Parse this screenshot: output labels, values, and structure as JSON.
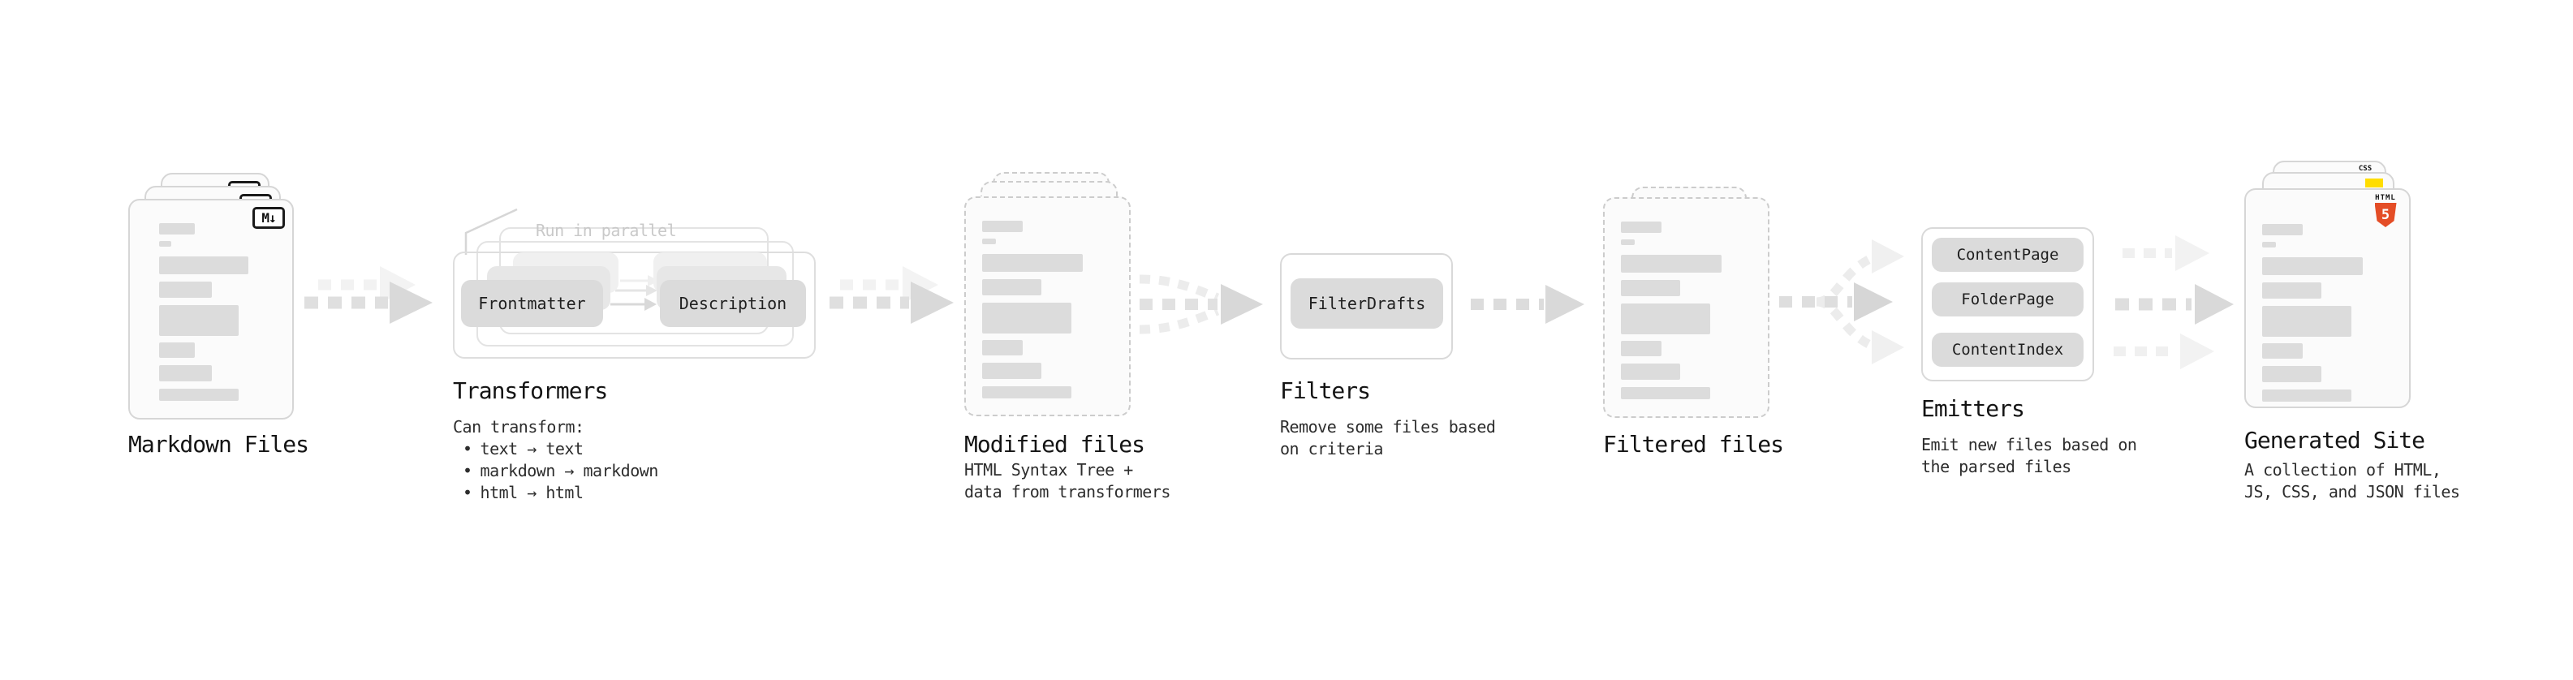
{
  "stages": {
    "markdown": {
      "title": "Markdown Files",
      "icon": "M↓"
    },
    "transformers": {
      "title": "Transformers",
      "annotation": "Run in parallel",
      "caption": "Can transform:",
      "bullet_char": "•",
      "bullets": [
        "text → text",
        "markdown → markdown",
        "html → html"
      ],
      "boxes": {
        "frontmatter": "Frontmatter",
        "description": "Description"
      }
    },
    "modified": {
      "title": "Modified files",
      "caption_line1": "HTML Syntax Tree +",
      "caption_line2": "data from transformers"
    },
    "filters": {
      "title": "Filters",
      "caption_line1": "Remove some files based",
      "caption_line2": "on criteria",
      "box": "FilterDrafts"
    },
    "filtered": {
      "title": "Filtered files"
    },
    "emitters": {
      "title": "Emitters",
      "caption_line1": "Emit new files based on",
      "caption_line2": "the parsed files",
      "boxes": [
        "ContentPage",
        "FolderPage",
        "ContentIndex"
      ]
    },
    "generated": {
      "title": "Generated Site",
      "caption_line1": "A collection of HTML,",
      "caption_line2": "JS, CSS, and JSON files",
      "html5_badge": {
        "label": "HTML",
        "number": "5"
      },
      "css_badge": "CSS"
    }
  },
  "colors": {
    "html5_orange": "#e44d26",
    "js_yellow": "#ffdd00",
    "css_blue": "#2b66f6",
    "box_fill": "#dbdbdb",
    "bar_fill": "#dcdcdc",
    "title_text": "#141414",
    "caption_text": "#2d2d2d",
    "muted_text": "#c9c9c9",
    "arrow_main": "#dfdfdf",
    "arrow_head": "#d9d9d9",
    "arrow_ghost": "#f2f2f2",
    "arrow_curve": "#ececec"
  }
}
